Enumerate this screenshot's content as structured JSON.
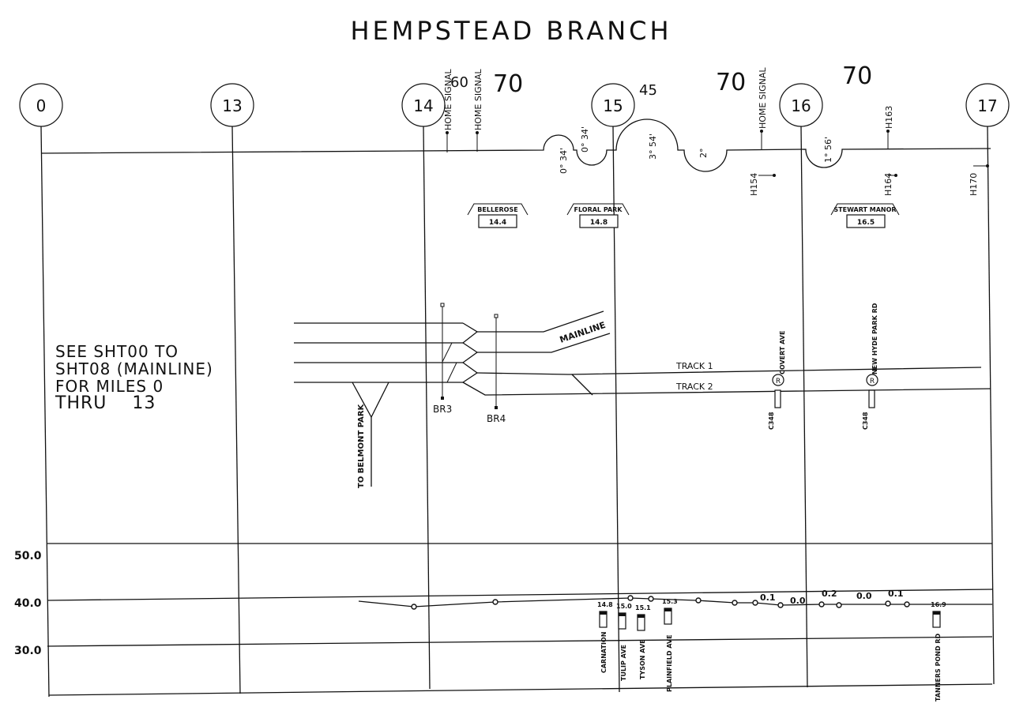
{
  "title": "HEMPSTEAD BRANCH",
  "mileposts": [
    "0",
    "13",
    "14",
    "15",
    "16",
    "17"
  ],
  "speed_limits": [
    "60",
    "70",
    "45",
    "70",
    "70"
  ],
  "signals": [
    "HOME SIGNAL",
    "HOME SIGNAL",
    "HOME SIGNAL",
    "H154",
    "H163",
    "H164",
    "H170"
  ],
  "curves": [
    "0° 34'",
    "0° 34'",
    "3° 54'",
    "2°",
    "1° 56'"
  ],
  "stations": [
    {
      "name": "BELLEROSE",
      "mile": "14.4"
    },
    {
      "name": "FLORAL PARK",
      "mile": "14.8"
    },
    {
      "name": "STEWART MANOR",
      "mile": "16.5"
    }
  ],
  "note_lines": [
    "SEE SHT00 TO",
    "SHT08 (MAINLINE)",
    "FOR MILES 0",
    "THRU    13"
  ],
  "tracks": {
    "mainline": "MAINLINE",
    "track1": "TRACK 1",
    "track2": "TRACK 2",
    "belmont": "TO BELMONT PARK"
  },
  "interlockings": [
    "BR3",
    "BR4"
  ],
  "crossing_roads": [
    "COVERT AVE",
    "NEW HYDE PARK RD"
  ],
  "crossing_ids": [
    "C348",
    "C348"
  ],
  "crossing_symbol": "R",
  "profile": {
    "elevation_labels": [
      "50.0",
      "40.0",
      "30.0"
    ],
    "grade_labels": [
      "0.1",
      "0.0",
      "0.2",
      "0.0",
      "0.1"
    ],
    "crossing_miles": [
      "14.8",
      "15.0",
      "15.1",
      "15.3",
      "16.9"
    ],
    "crossing_names": [
      "CARNATION",
      "TULIP AVE",
      "TYSON AVE",
      "PLAINFIELD AVE",
      "TANNERS POND RD"
    ]
  }
}
